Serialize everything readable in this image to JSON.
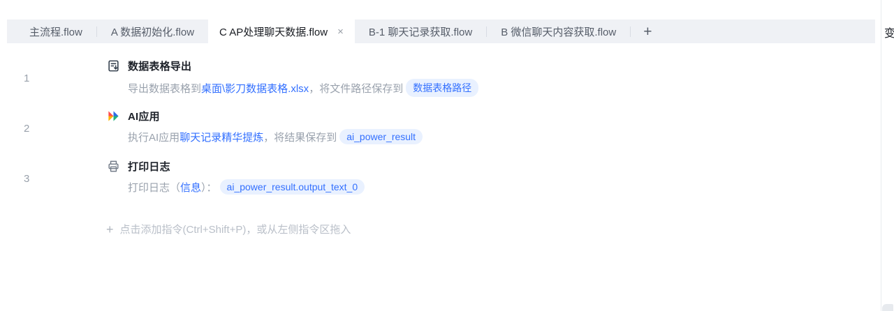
{
  "colors": {
    "accent": "#3370ff",
    "pill_bg": "#e9f1ff",
    "tabbar_bg": "#eff1f5"
  },
  "tabs": {
    "items": [
      {
        "label": "主流程.flow",
        "active": false,
        "divider_after": true
      },
      {
        "label": "A 数据初始化.flow",
        "active": false,
        "divider_after": false
      },
      {
        "label": "C AP处理聊天数据.flow",
        "active": true,
        "divider_after": false
      },
      {
        "label": "B-1 聊天记录获取.flow",
        "active": false,
        "divider_after": true
      },
      {
        "label": "B 微信聊天内容获取.flow",
        "active": false,
        "divider_after": true
      }
    ],
    "close_label": "×",
    "add_label": "+"
  },
  "steps": [
    {
      "number": "1",
      "icon": "export-table-icon",
      "title": "数据表格导出",
      "desc_parts": [
        {
          "text": "导出数据表格到",
          "style": "muted"
        },
        {
          "text": "桌面\\影刀数据表格.xlsx",
          "style": "link"
        },
        {
          "text": "，将文件路径保存到 ",
          "style": "muted"
        },
        {
          "text": "数据表格路径",
          "style": "pill"
        }
      ]
    },
    {
      "number": "2",
      "icon": "ai-app-icon",
      "title": "AI应用",
      "desc_parts": [
        {
          "text": "执行AI应用",
          "style": "muted"
        },
        {
          "text": "聊天记录精华提炼",
          "style": "link"
        },
        {
          "text": "，将结果保存到 ",
          "style": "muted"
        },
        {
          "text": "ai_power_result",
          "style": "pill"
        }
      ]
    },
    {
      "number": "3",
      "icon": "print-log-icon",
      "title": "打印日志",
      "desc_parts": [
        {
          "text": "打印日志（",
          "style": "muted"
        },
        {
          "text": "信息",
          "style": "link"
        },
        {
          "text": "）：",
          "style": "muted"
        },
        {
          "text": "ai_power_result.output_text_0",
          "style": "pill"
        }
      ]
    }
  ],
  "add_instruction": {
    "plus": "+",
    "label": "点击添加指令(Ctrl+Shift+P)，或从左侧指令区拖入"
  },
  "right_panel": {
    "label": "变"
  }
}
